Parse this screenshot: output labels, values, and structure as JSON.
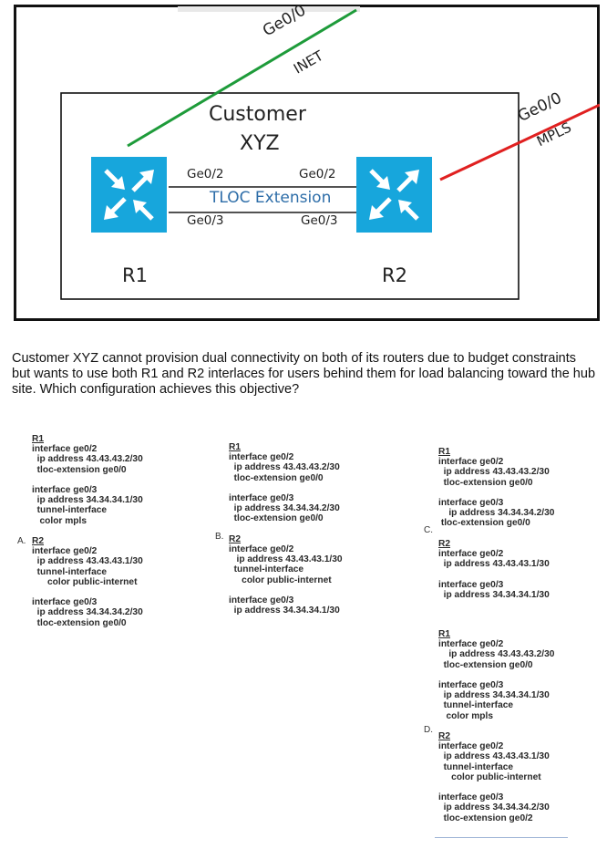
{
  "diagram": {
    "customer_title_line1": "Customer",
    "customer_title_line2": "XYZ",
    "inet_iface": "Ge0/0",
    "inet_label": "INET",
    "mpls_iface": "Ge0/0",
    "mpls_label": "MPLS",
    "r1_port_top": "Ge0/2",
    "r1_port_bottom": "Ge0/3",
    "r2_port_top": "Ge0/2",
    "r2_port_bottom": "Ge0/3",
    "tloc_label": "TLOC Extension",
    "r1_label": "R1",
    "r2_label": "R2",
    "colors": {
      "inet_link": "#1e9b3a",
      "mpls_link": "#e02020",
      "router": "#17a6dc",
      "tloc_link": "#1a1a1a"
    }
  },
  "question": "Customer XYZ cannot provision dual connectivity on both of its routers due to budget constraints but wants to use both R1 and R2 interlaces for users behind them for load balancing toward the hub site. Which configuration achieves this objective?",
  "options": {
    "a": {
      "letter": "A.",
      "lines": [
        "R1",
        "interface ge0/2",
        "  ip address 43.43.43.2/30",
        "  tloc-extension ge0/0",
        "",
        "interface ge0/3",
        "  ip address 34.34.34.1/30",
        "  tunnel-interface",
        "   color mpls",
        "",
        "R2",
        "interface ge0/2",
        "  ip address 43.43.43.1/30",
        "  tunnel-interface",
        "      color public-internet",
        "",
        "interface ge0/3",
        "  ip address 34.34.34.2/30",
        "  tloc-extension ge0/0"
      ]
    },
    "b": {
      "letter": "B.",
      "lines": [
        "R1",
        "interface ge0/2",
        "  ip address 43.43.43.2/30",
        "  tloc-extension ge0/0",
        "",
        "interface ge0/3",
        "  ip address 34.34.34.2/30",
        "  tloc-extension ge0/0",
        "",
        "R2",
        "interface ge0/2",
        "   ip address 43.43.43.1/30",
        "  tunnel-interface",
        "     color public-internet",
        "",
        "interface ge0/3",
        "  ip address 34.34.34.1/30"
      ]
    },
    "c": {
      "letter": "C.",
      "lines": [
        "R1",
        "interface ge0/2",
        "  ip address 43.43.43.2/30",
        "  tloc-extension ge0/0",
        "",
        "interface ge0/3",
        "    ip address 34.34.34.2/30",
        " tloc-extension ge0/0",
        "",
        "R2",
        "interface ge0/2",
        "  ip address 43.43.43.1/30",
        "",
        "interface ge0/3",
        "  ip address 34.34.34.1/30"
      ]
    },
    "d": {
      "letter": "D.",
      "lines": [
        "R1",
        "interface ge0/2",
        "    ip address 43.43.43.2/30",
        "  tloc-extension ge0/0",
        "",
        "interface ge0/3",
        "  ip address 34.34.34.1/30",
        "  tunnel-interface",
        "   color mpls",
        "",
        "R2",
        "interface ge0/2",
        "  ip address 43.43.43.1/30",
        "  tunnel-interface",
        "     color public-internet",
        "",
        "interface ge0/3",
        "  ip address 34.34.34.2/30",
        "  tloc-extension ge0/2"
      ]
    }
  }
}
